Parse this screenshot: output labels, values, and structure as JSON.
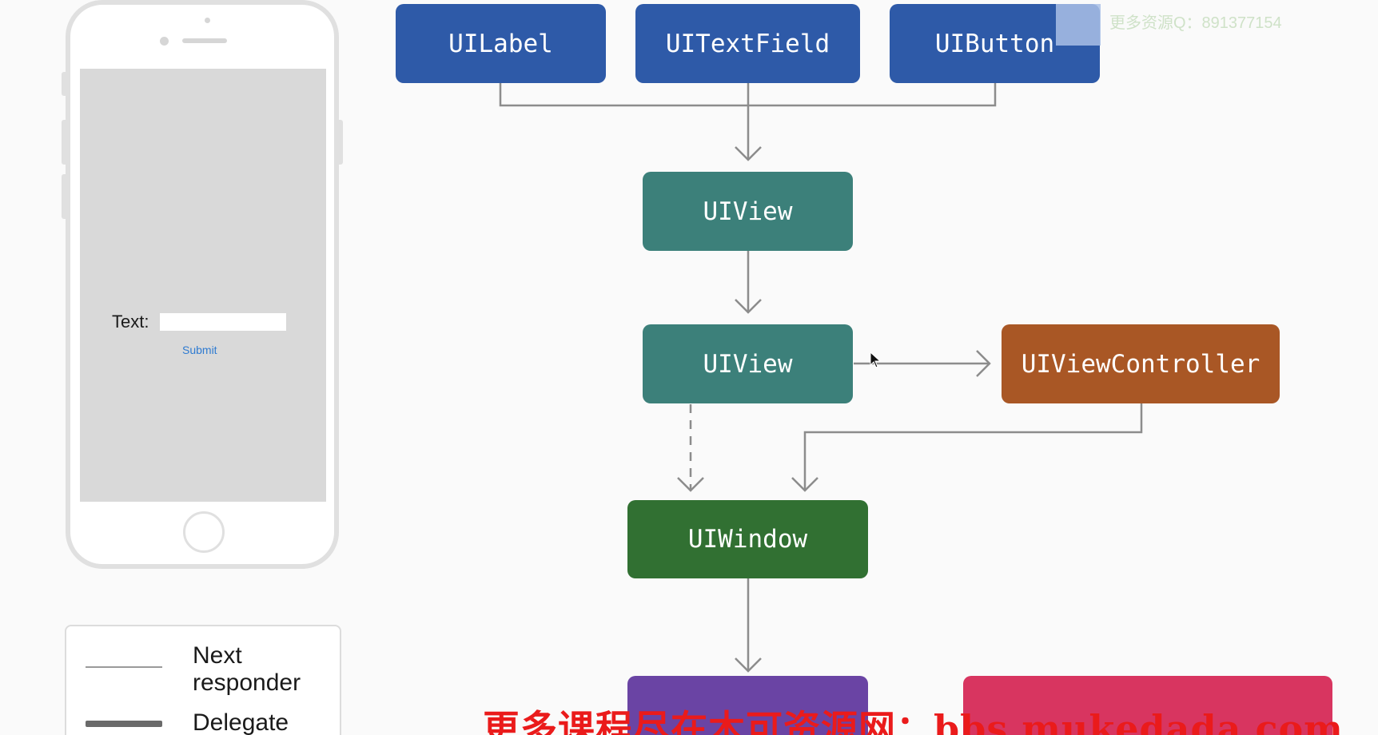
{
  "phone": {
    "text_label": "Text:",
    "submit_label": "Submit"
  },
  "legend": {
    "next_responder": "Next\nresponder",
    "delegate": "Delegate"
  },
  "nodes": {
    "uilabel": "UILabel",
    "uitextfield": "UITextField",
    "uibutton": "UIButton",
    "uiview_top": "UIView",
    "uiview_mid": "UIView",
    "uiviewcontroller": "UIViewController",
    "uiwindow": "UIWindow",
    "purple_box": "",
    "pink_box": ""
  },
  "colors": {
    "uikit_control": "#2e5aa8",
    "uiview": "#3c807a",
    "uiviewcontroller": "#a95725",
    "uiwindow": "#317032",
    "purple_box": "#6a44a4",
    "pink_box": "#d83560",
    "connector": "#8c8c8c"
  },
  "watermarks": {
    "qq": "更多资源Q：891377154",
    "site": "更多课程尽在木可资源网：bbs.mukedada.com"
  }
}
